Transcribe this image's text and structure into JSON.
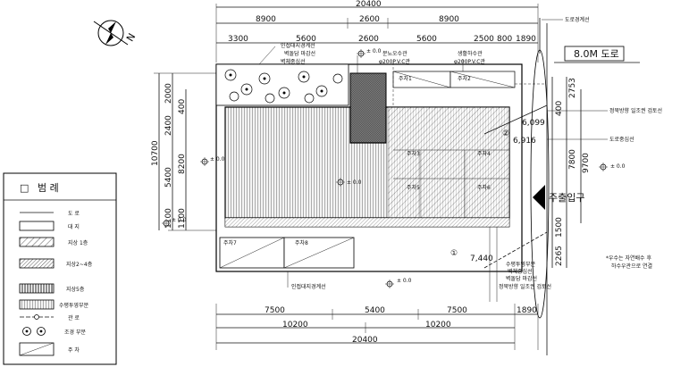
{
  "dims": {
    "top_total": "20400",
    "top_row1": [
      "8900",
      "2600",
      "8900"
    ],
    "top_row2": [
      "3300",
      "5600",
      "2600",
      "5600",
      "2500",
      "800",
      "1890"
    ],
    "left_outer": "10700",
    "left_row": [
      "2000",
      "2400",
      "5400",
      "1100"
    ],
    "left_inner": [
      "400",
      "8200",
      "1100"
    ],
    "right_row": [
      "2753",
      "400",
      "7800",
      "9700",
      "1500",
      "2265"
    ],
    "bottom_row1": [
      "7500",
      "5400",
      "7500",
      "1890"
    ],
    "bottom_row2": [
      "10200",
      "10200"
    ],
    "bottom_total": "20400",
    "diag1": "6,099",
    "diag2": "6,916",
    "diag3": "7,440"
  },
  "labels": {
    "inner_boundary_top": "인접대지경계선",
    "fence_top": "벽돌담  마감선",
    "building_line_top": "벽체중심선",
    "rain_pipe": "분뇨오수관",
    "rain_pipe_size": "φ200P.V.C관",
    "water_pipe": "생활하수관",
    "water_pipe_size": "φ200P.V.C관",
    "road_boundary": "도로경계선",
    "road": "8.0M  도로",
    "setback": "정북방향  일조권  검토선",
    "road_center": "도로중심선",
    "entrance": "주출입구",
    "drain_note_1": "*우수는  자연배수  후",
    "drain_note_2": "하수우관으로  연결",
    "bottom_boundary": "인접대지경계선",
    "drain_area": "수평투영부분",
    "wall_center": "벽체중심선",
    "fence_finish": "벽돌담  마감선",
    "north_setback": "정북방향  일조권  검토선",
    "level1": "± 0.0",
    "level2": "± 0.0",
    "level3": "± 0.0",
    "level4": "± 0.0",
    "level5": "± 0.0",
    "level_center": "± 0.0",
    "circle1": "①",
    "circle2": "②",
    "north_letter": "N"
  },
  "parking": [
    "주차1",
    "주차2",
    "주차3",
    "주차4",
    "주차5",
    "주차6",
    "주차7",
    "주차8"
  ],
  "legend": {
    "title_box": "□",
    "title": "범    례",
    "items": [
      {
        "label": "도  로"
      },
      {
        "label": "대  지"
      },
      {
        "label": "지상  1층"
      },
      {
        "label": "지상2~4층"
      },
      {
        "label": "지상5층"
      },
      {
        "label": "수평투영부분"
      },
      {
        "label": "관    로"
      },
      {
        "label": "조경  부분"
      },
      {
        "label": "주  차"
      }
    ]
  }
}
